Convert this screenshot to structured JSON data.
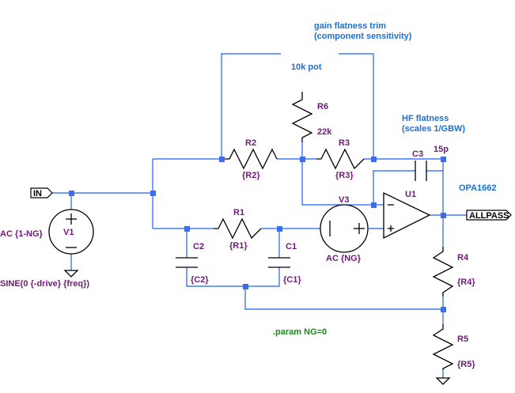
{
  "notes": {
    "gain_trim_line1": "gain flatness trim",
    "gain_trim_line2": "(component sensitivity)",
    "pot": "10k pot",
    "hf_line1": "HF flatness",
    "hf_line2": "(scales 1/GBW)",
    "opamp_model": "OPA1662",
    "param": ".param NG=0"
  },
  "components": {
    "R2": {
      "name": "R2",
      "value": "{R2}"
    },
    "R3": {
      "name": "R3",
      "value": "{R3}"
    },
    "R6": {
      "name": "R6",
      "value": "22k"
    },
    "R1": {
      "name": "R1",
      "value": "{R1}"
    },
    "R4": {
      "name": "R4",
      "value": "{R4}"
    },
    "R5": {
      "name": "R5",
      "value": "{R5}"
    },
    "C1": {
      "name": "C1",
      "value": "{C1}"
    },
    "C2": {
      "name": "C2",
      "value": "{C2}"
    },
    "C3": {
      "name": "C3",
      "value": "15p"
    },
    "V1": {
      "name": "V1",
      "value1": "AC {1-NG}",
      "value2": "SINE(0 {-drive} {freq})"
    },
    "V3": {
      "name": "V3",
      "value": "AC {NG}"
    },
    "U1": {
      "name": "U1"
    }
  },
  "nets": {
    "input": "IN",
    "output": "ALLPASS"
  }
}
